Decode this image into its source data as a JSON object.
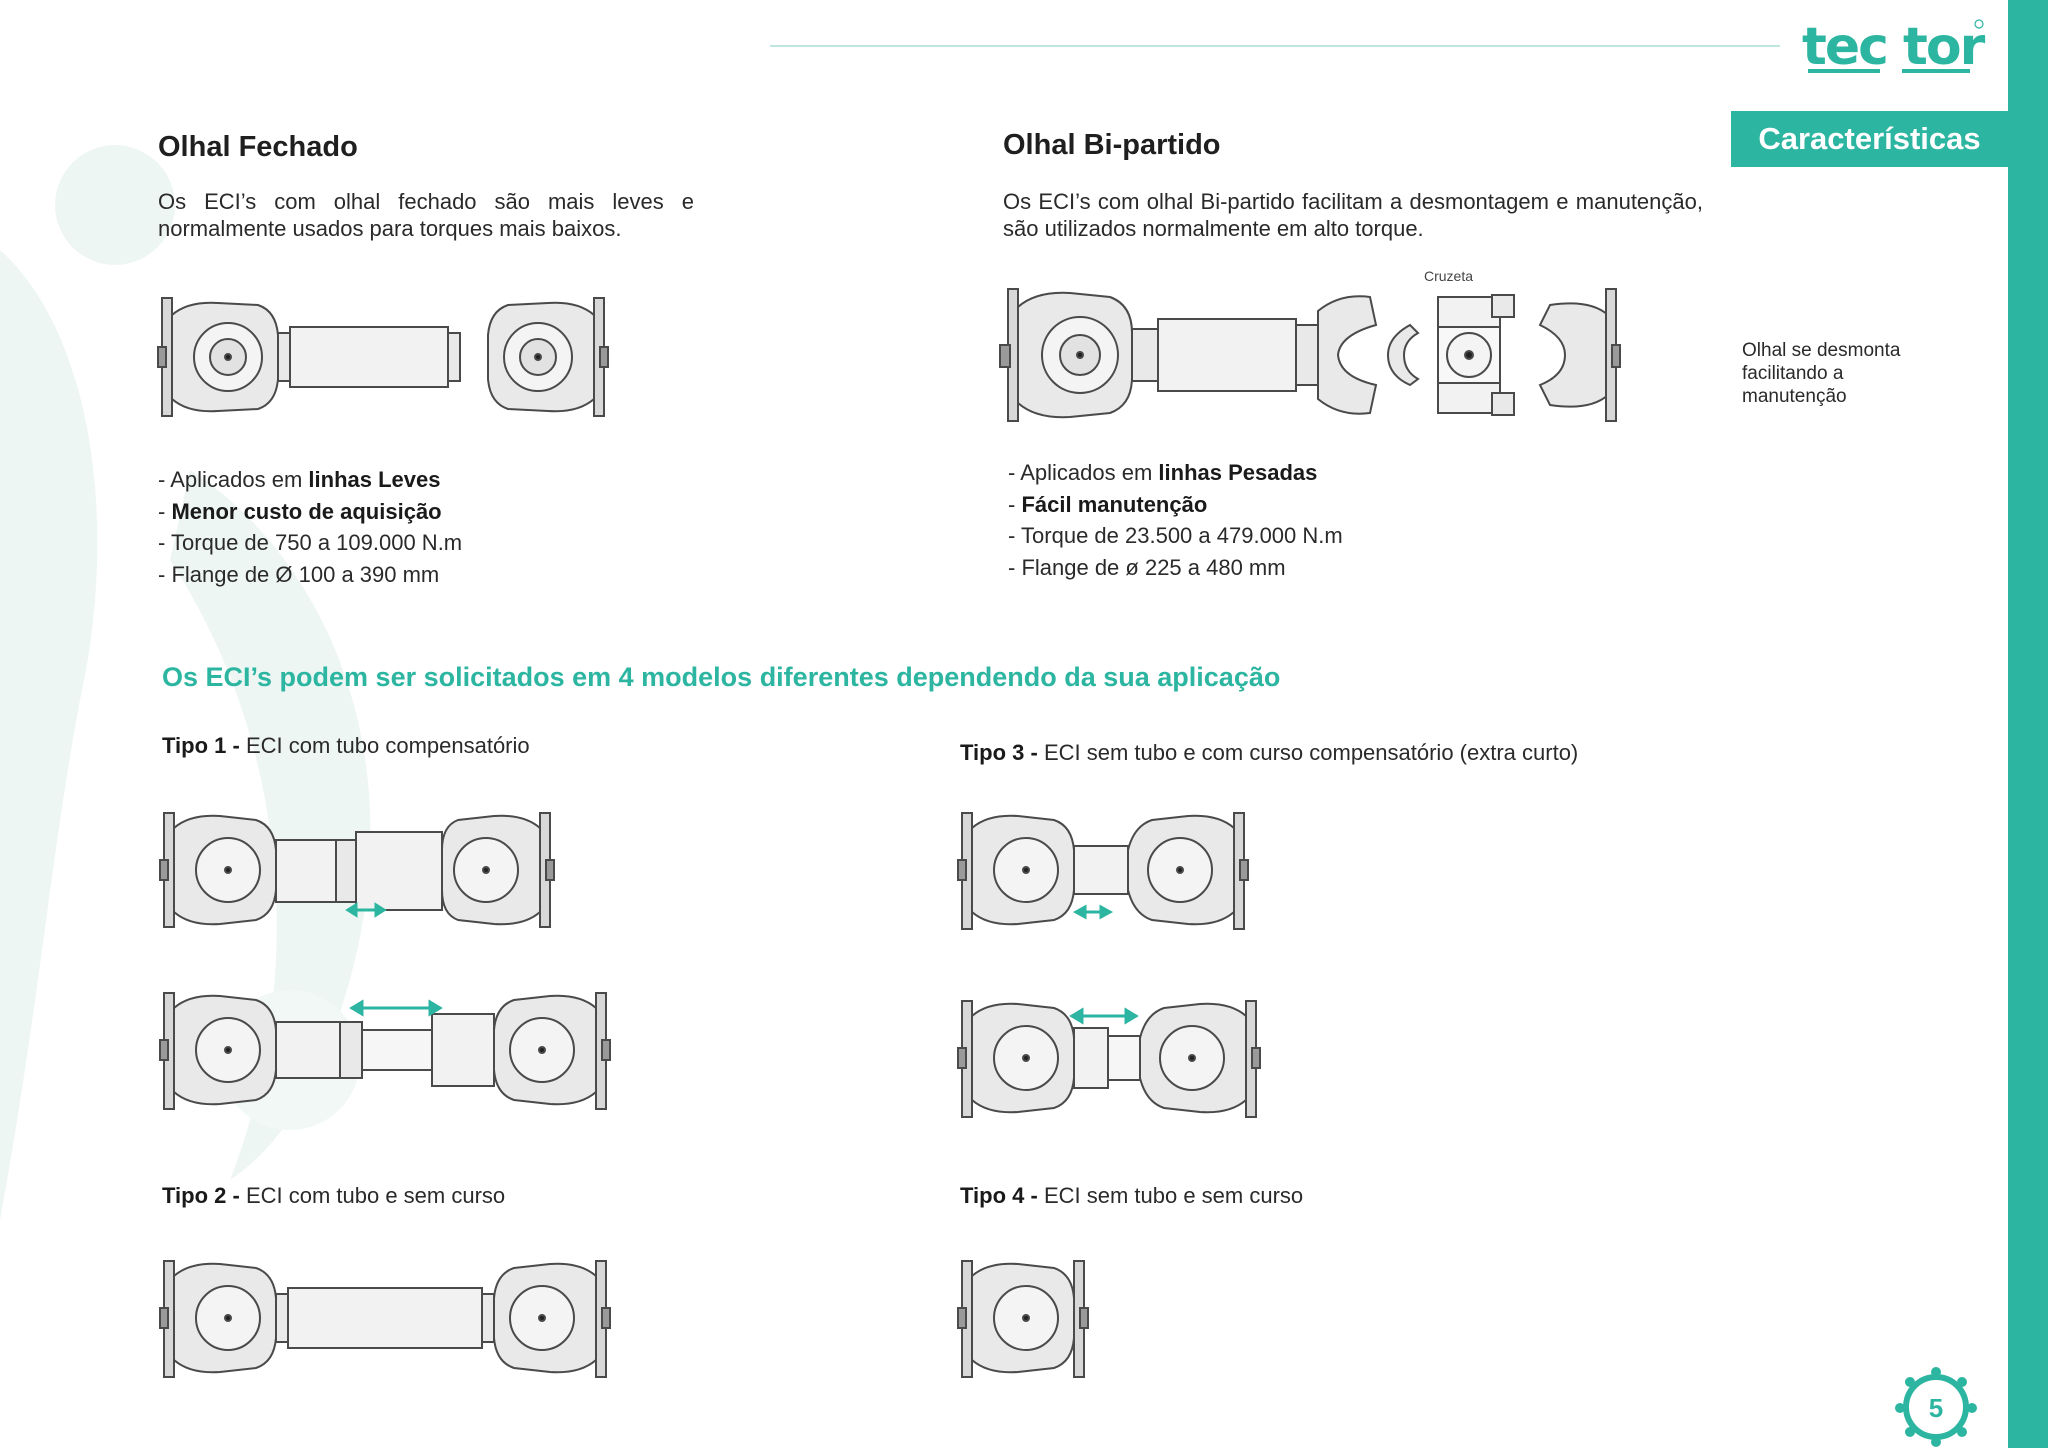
{
  "brand": {
    "logo_text": "tec tor",
    "accent_color": "#2cb5a0",
    "background_shape_color": "#eef6f4"
  },
  "header": {
    "section_tab": "Características"
  },
  "columns": [
    {
      "title": "Olhal Fechado",
      "intro": "Os ECI’s com olhal fechado são mais leves e normalmente usados para torques mais baixos.",
      "bullets": [
        {
          "prefix": "- Aplicados em ",
          "bold": "linhas Leves",
          "suffix": ""
        },
        {
          "prefix": "- ",
          "bold": "Menor custo de aquisição",
          "suffix": ""
        },
        {
          "prefix": "- Torque de 750 a 109.000 N.m",
          "bold": "",
          "suffix": ""
        },
        {
          "prefix": "- Flange de Ø 100 a 390 mm",
          "bold": "",
          "suffix": ""
        }
      ]
    },
    {
      "title": "Olhal Bi-partido",
      "intro": "Os ECI’s com olhal Bi-partido facilitam a desmontagem e manutenção, são utilizados normalmente em alto torque.",
      "diagram_label": "Cruzeta",
      "side_note": "Olhal se desmonta facilitando a manutenção",
      "bullets": [
        {
          "prefix": "- Aplicados em ",
          "bold": "linhas Pesadas",
          "suffix": ""
        },
        {
          "prefix": "- ",
          "bold": "Fácil manutenção",
          "suffix": ""
        },
        {
          "prefix": "- Torque de 23.500 a 479.000 N.m",
          "bold": "",
          "suffix": ""
        },
        {
          "prefix": "- Flange de ø 225 a 480 mm",
          "bold": "",
          "suffix": ""
        }
      ]
    }
  ],
  "models": {
    "heading": "Os ECI’s podem ser solicitados em 4 modelos diferentes dependendo da sua aplicação",
    "types": [
      {
        "label": "Tipo 1 - ",
        "description": "ECI com tubo compensatório"
      },
      {
        "label": "Tipo 2 - ",
        "description": "ECI com tubo e sem curso"
      },
      {
        "label": "Tipo 3 - ",
        "description": "ECI sem tubo e com curso compensatório (extra curto)"
      },
      {
        "label": "Tipo 4 - ",
        "description": "ECI sem tubo e sem curso"
      }
    ]
  },
  "footer": {
    "page_number": "5",
    "badge_icon": "gear-people-icon"
  }
}
